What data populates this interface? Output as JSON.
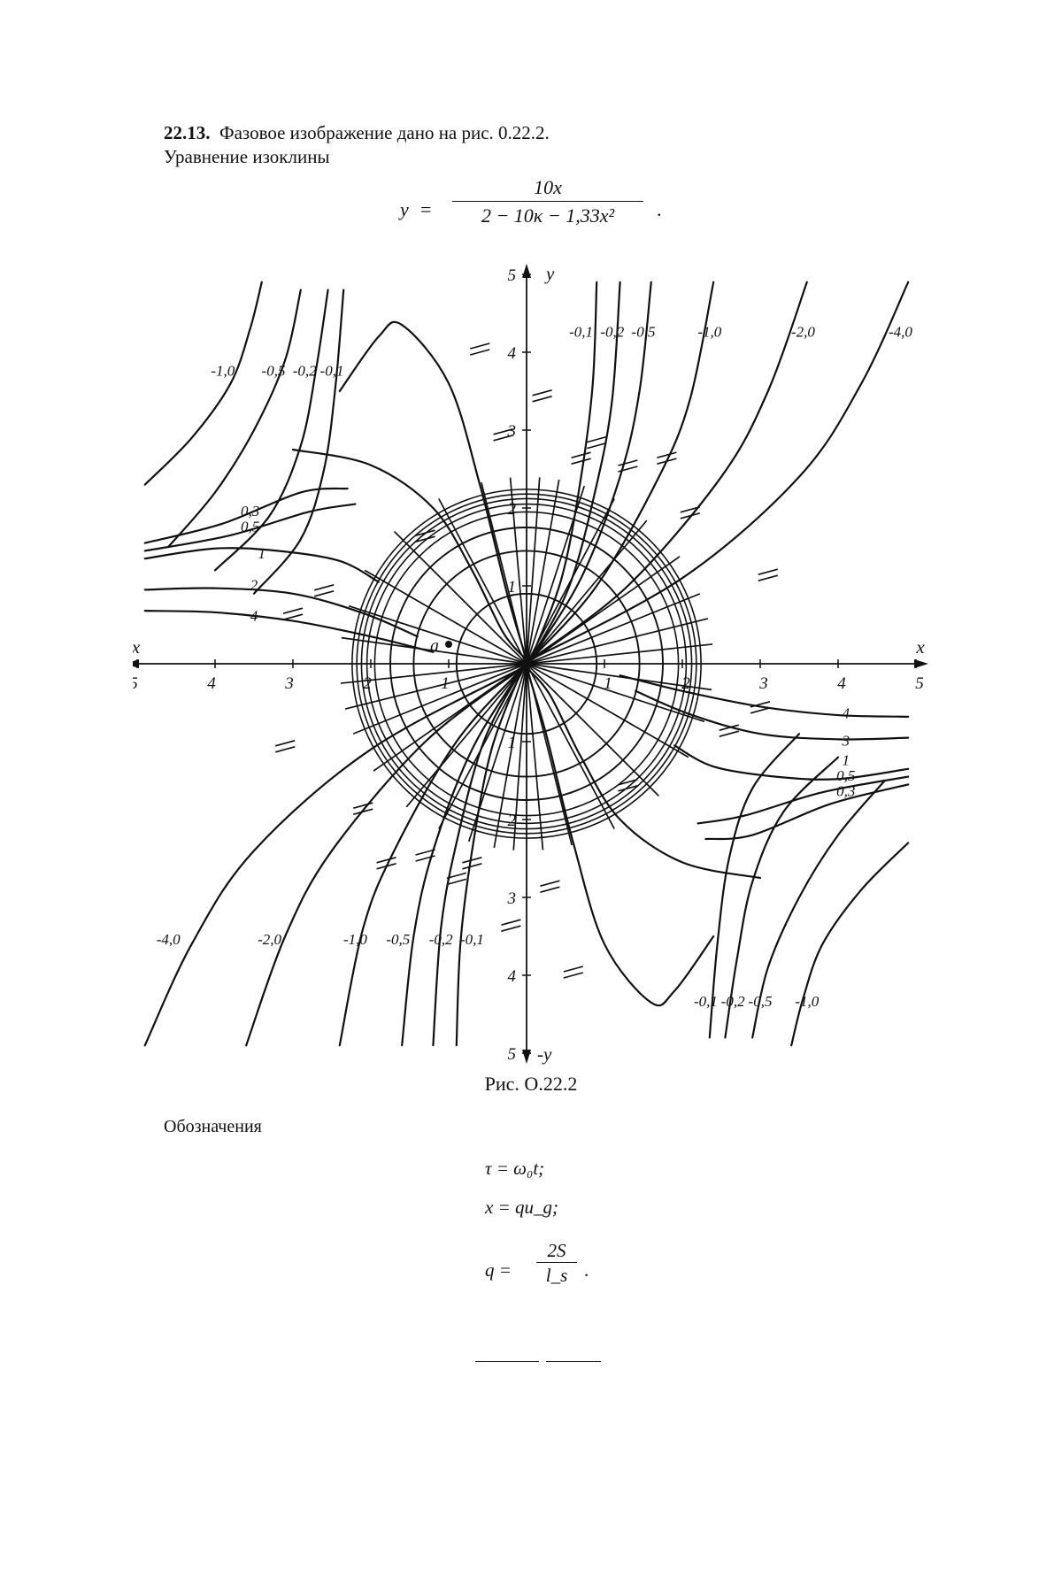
{
  "problem": {
    "number": "22.13.",
    "text": "Фазовое изображение дано на рис. 0.22.2.",
    "line2": "Уравнение изоклины"
  },
  "equation": {
    "lhs": "y",
    "equals": "=",
    "numerator": "10x",
    "denominator": "2 − 10κ − 1,33x²",
    "end": "."
  },
  "chart_data": {
    "type": "line",
    "title": "",
    "xlabel": "x",
    "xlabel_neg": "-x",
    "ylabel": "y",
    "ylabel_neg": "-y",
    "xlim": [
      -5,
      5
    ],
    "ylim": [
      -5,
      5
    ],
    "x_ticks": [
      {
        "v": -5,
        "label": "5"
      },
      {
        "v": -4,
        "label": "4"
      },
      {
        "v": -3,
        "label": "3"
      },
      {
        "v": -2,
        "label": "2"
      },
      {
        "v": -1,
        "label": "1"
      },
      {
        "v": 1,
        "label": "1"
      },
      {
        "v": 2,
        "label": "2"
      },
      {
        "v": 3,
        "label": "3"
      },
      {
        "v": 4,
        "label": "4"
      },
      {
        "v": 5,
        "label": "5"
      }
    ],
    "y_ticks": [
      {
        "v": 5,
        "label": "5"
      },
      {
        "v": 4,
        "label": "4"
      },
      {
        "v": 3,
        "label": "3"
      },
      {
        "v": 2,
        "label": "2"
      },
      {
        "v": 1,
        "label": "1"
      },
      {
        "v": -1,
        "label": "1"
      },
      {
        "v": -2,
        "label": "2"
      },
      {
        "v": -3,
        "label": "3"
      },
      {
        "v": -4,
        "label": "4"
      },
      {
        "v": -5,
        "label": "5"
      }
    ],
    "circle_radii": [
      0.9,
      1.45,
      1.75,
      1.95,
      2.05,
      2.12,
      2.18,
      2.24
    ],
    "radial_angles_deg": [
      6,
      14,
      22,
      35,
      50,
      62,
      72,
      80,
      86,
      95,
      104,
      118,
      135,
      150,
      162,
      172
    ],
    "isocline_labels_top_left": [
      "-1,0",
      "-0,5",
      "-0,2",
      "-0,1"
    ],
    "isocline_labels_left": [
      "0,3",
      "0,5",
      "1",
      "2",
      "4"
    ],
    "isocline_labels_top_right": [
      "-0,1",
      "-0,2",
      "-0,5",
      "-1,0",
      "-2,0",
      "-4,0"
    ],
    "isocline_labels_right": [
      "4",
      "3",
      "1",
      "0,5",
      "0,3"
    ],
    "isocline_labels_bottom_left": [
      "-4,0",
      "-2,0",
      "-1,0",
      "-0,5",
      "-0,2",
      "-0,1"
    ],
    "isocline_labels_bottom_right": [
      "-0,1",
      "-0,2",
      "-0,5",
      "-1,0"
    ],
    "start_point_label": "a",
    "start_point": [
      -1.0,
      0.25
    ]
  },
  "caption": "Рис. О.22.2",
  "notation_title": "Обозначения",
  "notation": {
    "tau": "τ = ω₀t;",
    "x": "x = qu_g;",
    "q_lhs": "q =",
    "q_num": "2S",
    "q_den": "l_s",
    "q_end": "."
  }
}
